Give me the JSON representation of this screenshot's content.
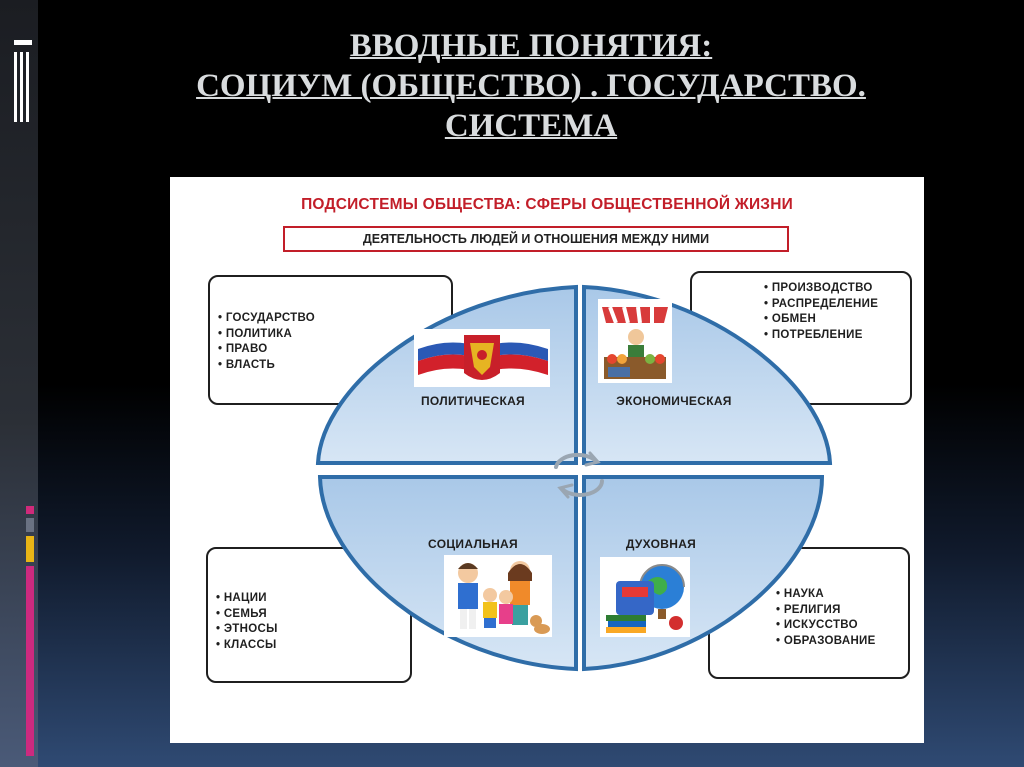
{
  "slide": {
    "title_lines": [
      "ВВОДНЫЕ ПОНЯТИЯ:",
      "СОЦИУМ (ОБЩЕСТВО) . ГОСУДАРСТВО.",
      "СИСТЕМА"
    ]
  },
  "diagram": {
    "heading": "ПОДСИСТЕМЫ ОБЩЕСТВА: СФЕРЫ ОБЩЕСТВЕННОЙ ЖИЗНИ",
    "subheading": "ДЕЯТЕЛЬНОСТЬ ЛЮДЕЙ И ОТНОШЕНИЯ МЕЖДУ НИМИ",
    "quadrants": {
      "political": {
        "label": "ПОЛИТИЧЕСКАЯ",
        "items": [
          "ГОСУДАРСТВО",
          "ПОЛИТИКА",
          "ПРАВО",
          "ВЛАСТЬ"
        ]
      },
      "economic": {
        "label": "ЭКОНОМИЧЕСКАЯ",
        "items": [
          "ПРОИЗВОДСТВО",
          "РАСПРЕДЕЛЕНИЕ",
          "ОБМЕН",
          "ПОТРЕБЛЕНИЕ"
        ]
      },
      "social": {
        "label": "СОЦИАЛЬНАЯ",
        "items": [
          "НАЦИИ",
          "СЕМЬЯ",
          "ЭТНОСЫ",
          "КЛАССЫ"
        ]
      },
      "spiritual": {
        "label": "ДУХОВНАЯ",
        "items": [
          "НАУКА",
          "РЕЛИГИЯ",
          "ИСКУССТВО",
          "ОБРАЗОВАНИЕ"
        ]
      }
    },
    "colors": {
      "quadrant_fill": "#b9d3ec",
      "quadrant_border": "#2f6da8",
      "heading_red": "#c21e29"
    },
    "icons": {
      "political": "russian-coat-of-arms-flag-icon",
      "economic": "market-stall-icon",
      "social": "family-icon",
      "spiritual": "school-supplies-globe-icon",
      "center": "cycle-arrows-icon"
    }
  }
}
